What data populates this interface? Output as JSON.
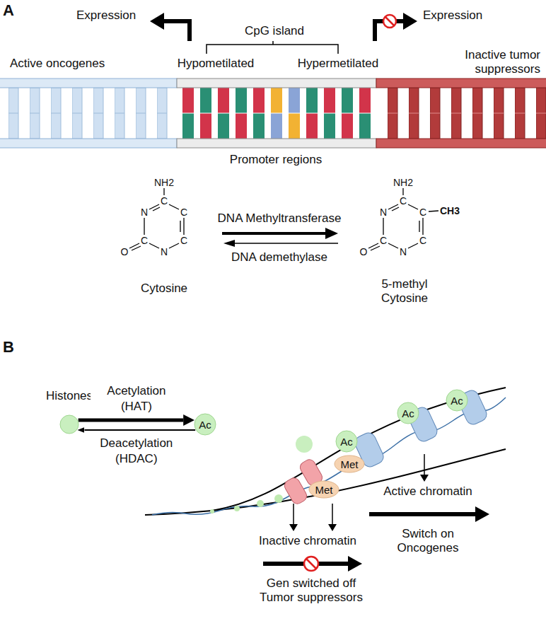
{
  "diagram": {
    "nodes": [
      {
        "text": [
          "Histones"
        ]
      },
      {
        "text": [
          "Ac"
        ]
      },
      {
        "text": [
          "Ac"
        ]
      },
      {
        "text": [
          "Ac"
        ]
      },
      {
        "text": [
          "Ac"
        ]
      },
      {
        "text": [
          "Met"
        ]
      },
      {
        "text": [
          "Met"
        ]
      }
    ],
    "edges": [
      {
        "from": 0,
        "to": 1,
        "arrow": "to",
        "label": "Acetylation (HAT)"
      },
      {
        "from": 1,
        "to": 0,
        "arrow": "to",
        "label": "Deacetylation (HDAC)"
      }
    ],
    "labels": [
      "A",
      "Expression",
      "Expression",
      "CpG island",
      "Active oncogenes",
      "Hypometilated",
      "Hypermetilated",
      "Inactive tumor suppressors",
      "Promoter regions",
      "NH2",
      "C",
      "N",
      "C",
      "O",
      "C",
      "C",
      "N",
      "NH2",
      "C",
      "N",
      "C",
      "CH3",
      "O",
      "C",
      "C",
      "N",
      "DNA Methyltransferase",
      "DNA demethylase",
      "Cytosine",
      "5-methyl Cytosine",
      "B",
      "Inactive chromatin",
      "Gen switched off Tumor suppressors",
      "Active chromatin",
      "Switch on Oncogenes"
    ]
  }
}
